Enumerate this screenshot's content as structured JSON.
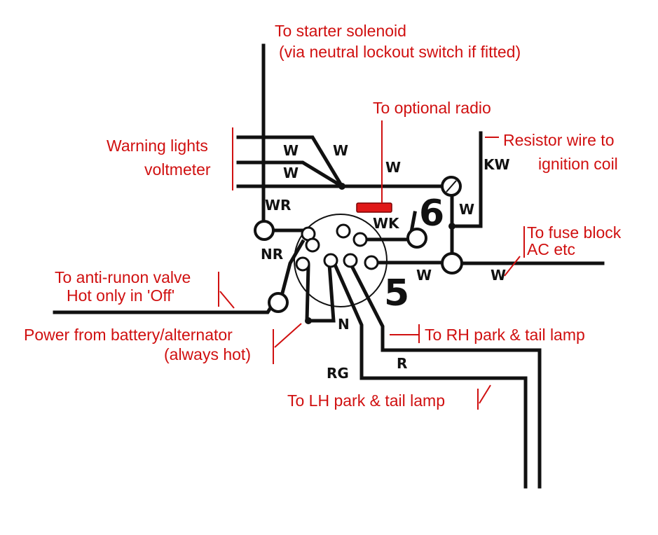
{
  "annotations": {
    "starter_line1": "To starter solenoid",
    "starter_line2": "(via neutral lockout switch if fitted)",
    "radio": "To optional radio",
    "warning_line1": "Warning lights",
    "warning_line2": "voltmeter",
    "resistor_line1": "Resistor wire to",
    "resistor_line2": "ignition coil",
    "fuse_line1": "To fuse block",
    "fuse_line2": "AC etc",
    "runon_line1": "To anti-runon valve",
    "runon_line2": "Hot only in 'Off'",
    "power_line1": "Power from battery/alternator",
    "power_line2": "(always hot)",
    "rh_lamp": "To RH park & tail lamp",
    "lh_lamp": "To LH park & tail lamp"
  },
  "wire_codes": {
    "w_top1": "W",
    "w_top2": "W",
    "w_top3": "W",
    "w_mid": "W",
    "wr": "WR",
    "kw": "KW",
    "w_right": "W",
    "wk": "WK",
    "nr": "NR",
    "w_low1": "W",
    "w_low2": "W",
    "n": "N",
    "rg": "RG",
    "r": "R"
  },
  "terminal_numbers": {
    "six": "6",
    "five": "5"
  },
  "colors": {
    "annotation": "#d01010",
    "wire": "#111111",
    "radio_marker": "#e01818"
  }
}
